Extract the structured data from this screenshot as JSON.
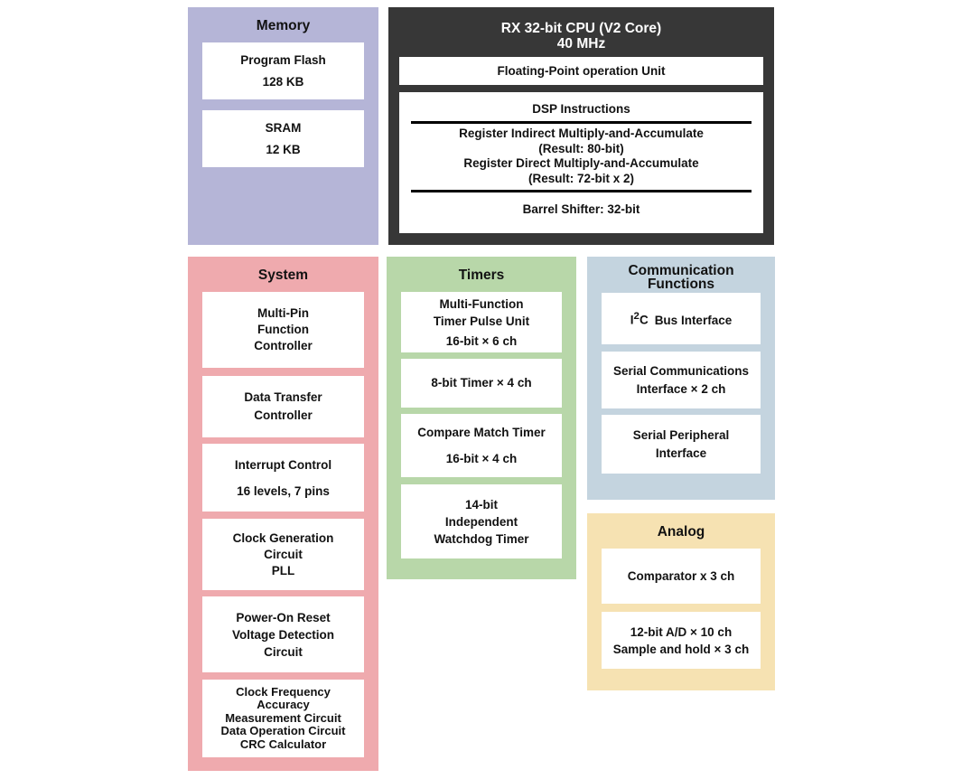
{
  "colors": {
    "memory": "#b5b5d7",
    "cpu": "#373737",
    "system": "#efaaae",
    "timers": "#b8d7a9",
    "communication": "#c4d4df",
    "analog": "#f6e2b2",
    "card_background": "#ffffff",
    "text": "#121212",
    "cpu_text": "#ffffff"
  },
  "panels": {
    "memory": {
      "title": "Memory",
      "cards": [
        {
          "lines": [
            "Program Flash",
            "128 KB"
          ]
        },
        {
          "lines": [
            "SRAM",
            "12 KB"
          ]
        }
      ]
    },
    "cpu": {
      "title_line1": "RX 32-bit CPU (V2 Core)",
      "title_line2": "40 MHz",
      "fpu_label": "Floating-Point operation Unit",
      "dsp": {
        "title": "DSP Instructions",
        "mac_lines": [
          "Register Indirect Multiply-and-Accumulate",
          "(Result: 80-bit)",
          "Register Direct Multiply-and-Accumulate",
          "(Result: 72-bit x 2)"
        ],
        "barrel": "Barrel Shifter: 32-bit"
      }
    },
    "system": {
      "title": "System",
      "cards": [
        {
          "lines": [
            "Multi-Pin",
            "Function",
            "Controller"
          ]
        },
        {
          "lines": [
            "Data Transfer",
            "Controller"
          ]
        },
        {
          "lines": [
            "Interrupt Control",
            "16 levels, 7 pins"
          ]
        },
        {
          "lines": [
            "Clock Generation",
            "Circuit",
            "PLL"
          ]
        },
        {
          "lines": [
            "Power-On Reset",
            "Voltage Detection",
            "Circuit"
          ]
        },
        {
          "lines": [
            "Clock Frequency",
            "Accuracy",
            "Measurement Circuit",
            "Data Operation Circuit",
            "CRC Calculator"
          ]
        }
      ]
    },
    "timers": {
      "title": "Timers",
      "cards": [
        {
          "lines": [
            "Multi-Function",
            "Timer Pulse Unit",
            "16-bit × 6 ch"
          ]
        },
        {
          "lines": [
            "8-bit Timer × 4 ch"
          ]
        },
        {
          "lines": [
            "Compare Match Timer",
            "16-bit × 4 ch"
          ]
        },
        {
          "lines": [
            "14-bit",
            "Independent",
            "Watchdog Timer"
          ]
        }
      ]
    },
    "communication": {
      "title_line1": "Communication",
      "title_line2": "Functions",
      "i2c": {
        "base": "I",
        "sup": "2",
        "after": "C",
        "rest": "Bus Interface"
      },
      "cards": [
        {
          "lines": [
            "Serial Communications",
            "Interface × 2 ch"
          ]
        },
        {
          "lines": [
            "Serial Peripheral",
            "Interface"
          ]
        }
      ]
    },
    "analog": {
      "title": "Analog",
      "cards": [
        {
          "lines": [
            "Comparator x 3 ch"
          ]
        },
        {
          "lines": [
            "12-bit A/D × 10 ch",
            "Sample and hold × 3 ch"
          ]
        }
      ]
    }
  }
}
